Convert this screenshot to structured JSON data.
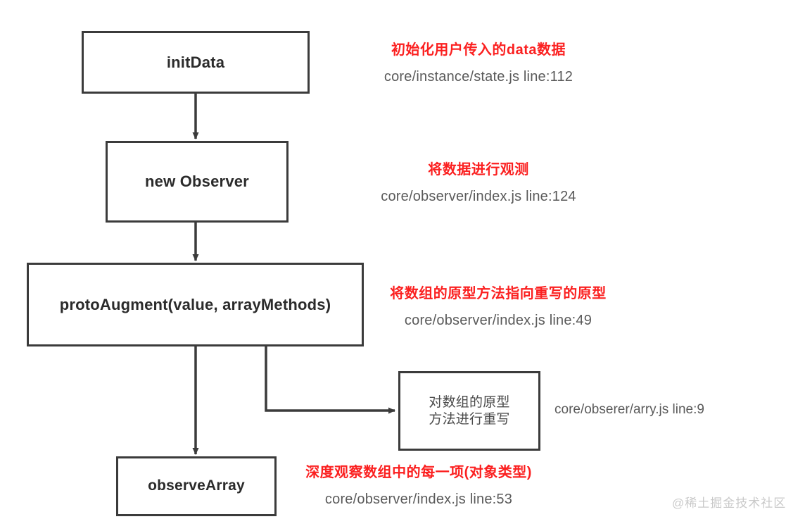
{
  "diagram": {
    "title": "Vue data observation flow",
    "colors": {
      "box_border": "#3b3b3b",
      "edge": "#3b3b3b",
      "annotation_red": "#fb2020",
      "annotation_gray": "#5a5a5a",
      "background": "#ffffff",
      "watermark": "#c9c9c9"
    },
    "nodes": {
      "init_data": "initData",
      "new_observer": "new Observer",
      "proto_augment": "protoAugment(value, arrayMethods)",
      "rewrite_proto_line1": "对数组的原型",
      "rewrite_proto_line2": "方法进行重写",
      "observe_array": "observeArray"
    },
    "annotations": {
      "init_data": {
        "zh": "初始化用户传入的data数据",
        "path": "core/instance/state.js   line:112"
      },
      "new_observer": {
        "zh": "将数据进行观测",
        "path": "core/observer/index.js  line:124"
      },
      "proto_augment": {
        "zh": "将数组的原型方法指向重写的原型",
        "path": "core/observer/index.js  line:49"
      },
      "rewrite_proto": {
        "path": "core/obserer/arry.js line:9"
      },
      "observe_array": {
        "zh": "深度观察数组中的每一项(对象类型)",
        "path": "core/observer/index.js  line:53"
      }
    },
    "watermark": "@稀土掘金技术社区"
  }
}
